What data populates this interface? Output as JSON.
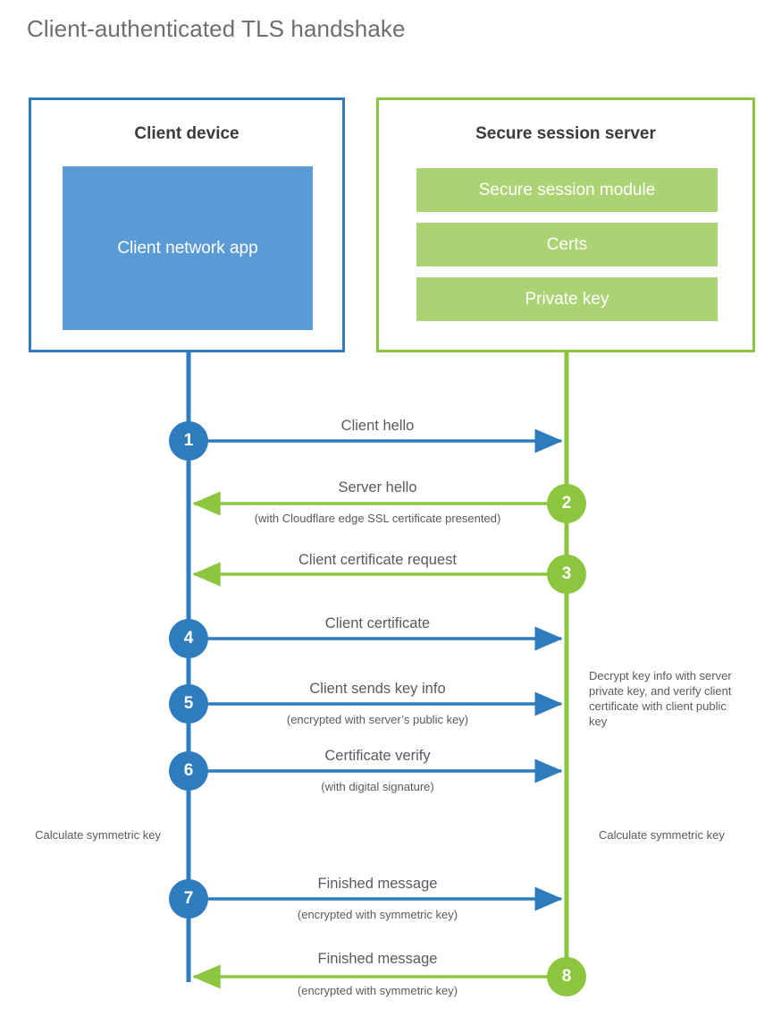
{
  "title": "Client-authenticated TLS handshake",
  "colors": {
    "client_blue": "#2e7cbd",
    "client_app_fill": "#5b9bd5",
    "server_green": "#8cc63e",
    "server_item_fill": "#acd373",
    "text_gray": "#5a5a5a",
    "title_gray": "#6d6e71"
  },
  "parties": {
    "client": {
      "title": "Client device",
      "app_label": "Client network app"
    },
    "server": {
      "title": "Secure session server",
      "items": [
        {
          "label": "Secure session module"
        },
        {
          "label": "Certs"
        },
        {
          "label": "Private key"
        }
      ]
    }
  },
  "steps": [
    {
      "number": "1",
      "label": "Client hello",
      "sub": "",
      "direction": "client-to-server",
      "color": "#2e7cbd"
    },
    {
      "number": "2",
      "label": "Server hello",
      "sub": "(with Cloudflare edge SSL certificate presented)",
      "direction": "server-to-client",
      "color": "#8cc63e"
    },
    {
      "number": "3",
      "label": "Client certificate request",
      "sub": "",
      "direction": "server-to-client",
      "color": "#8cc63e"
    },
    {
      "number": "4",
      "label": "Client certificate",
      "sub": "",
      "direction": "client-to-server",
      "color": "#2e7cbd"
    },
    {
      "number": "5",
      "label": "Client sends key info",
      "sub": "(encrypted with server’s public key)",
      "direction": "client-to-server",
      "color": "#2e7cbd"
    },
    {
      "number": "6",
      "label": "Certificate verify",
      "sub": "(with digital signature)",
      "direction": "client-to-server",
      "color": "#2e7cbd"
    },
    {
      "number": "7",
      "label": "Finished message",
      "sub": "(encrypted with symmetric key)",
      "direction": "client-to-server",
      "color": "#2e7cbd"
    },
    {
      "number": "8",
      "label": "Finished message",
      "sub": "(encrypted with symmetric key)",
      "direction": "server-to-client",
      "color": "#8cc63e"
    }
  ],
  "notes": {
    "server_decrypt": "Decrypt key info with server private key, and verify client certificate with client public key",
    "client_calc": "Calculate symmetric key",
    "server_calc": "Calculate symmetric key"
  }
}
